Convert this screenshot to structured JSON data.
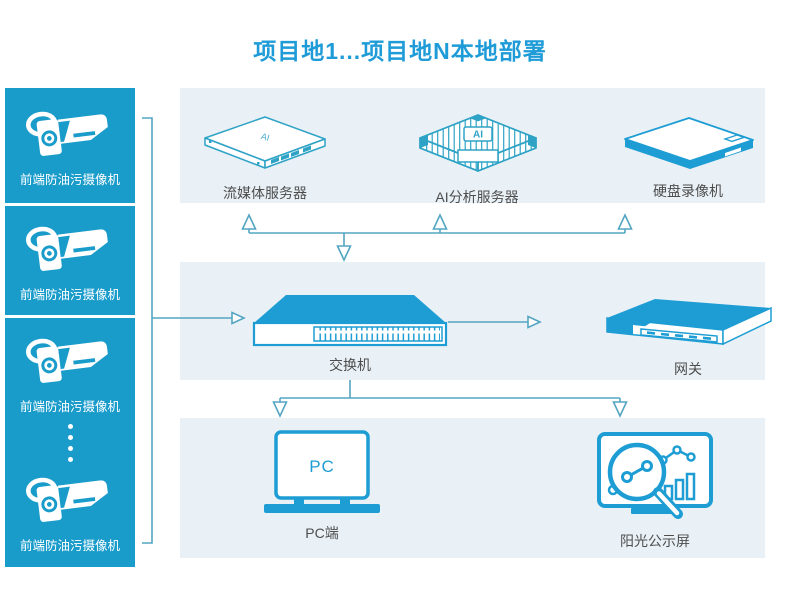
{
  "title": "项目地1...项目地N本地部署",
  "colors": {
    "sidebar_bg": "#1A9CCB",
    "device_fill": "#1D9DD3",
    "device_outline": "#2EA3C5",
    "band_bg": "#E9F1F7",
    "title_color": "#1F9CD8",
    "label_color": "#4D4D4D",
    "connector": "#54A5C2"
  },
  "sidebar": {
    "cameras": [
      {
        "label": "前端防油污摄像机"
      },
      {
        "label": "前端防油污摄像机"
      },
      {
        "label": "前端防油污摄像机"
      },
      {
        "label": "前端防油污摄像机"
      }
    ]
  },
  "bands": {
    "top": {
      "devices": [
        {
          "label": "流媒体服务器",
          "top_mark": "AI"
        },
        {
          "label": "AI分析服务器",
          "badge": "AI"
        },
        {
          "label": "硬盘录像机"
        }
      ]
    },
    "middle": {
      "devices": [
        {
          "label": "交换机"
        },
        {
          "label": "网关"
        }
      ]
    },
    "bottom": {
      "devices": [
        {
          "label": "PC端",
          "screen_text": "PC"
        },
        {
          "label": "阳光公示屏"
        }
      ]
    }
  }
}
